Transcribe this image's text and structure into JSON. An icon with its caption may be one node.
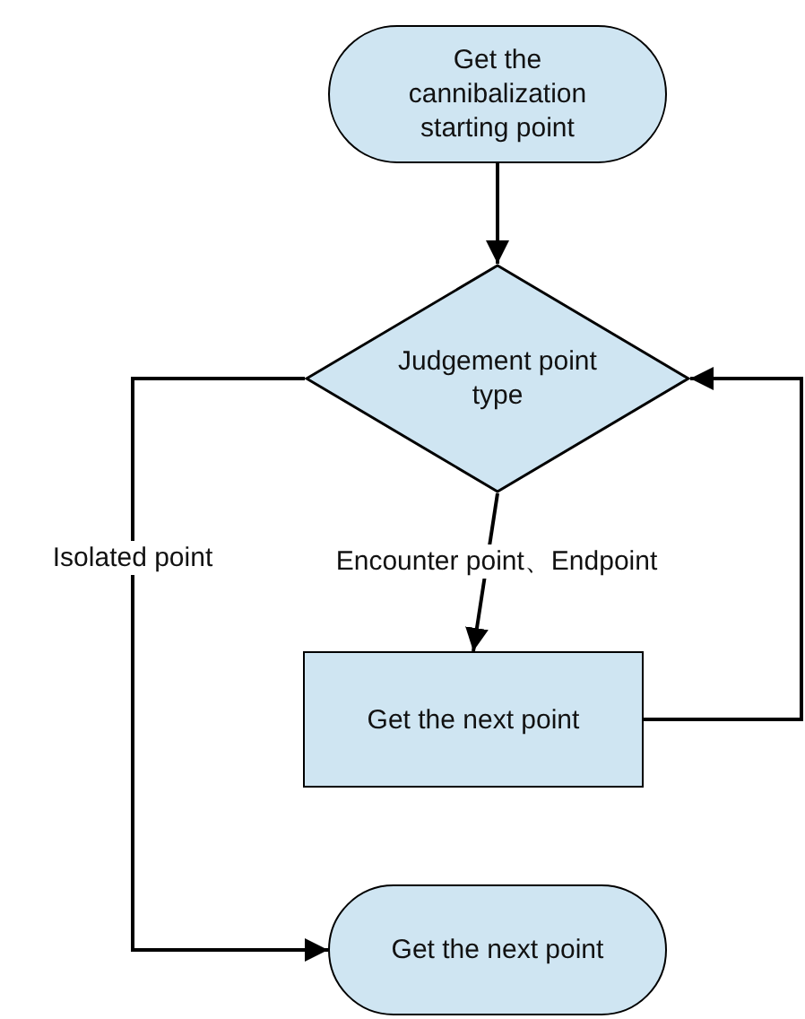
{
  "diagram": {
    "nodes": [
      {
        "text": [
          "Get the cannibalization starting point"
        ]
      },
      {
        "text": [
          "Judgement point type"
        ]
      },
      {
        "text": [
          "Get the next point"
        ]
      },
      {
        "text": [
          "Get the next point"
        ]
      }
    ],
    "edges": [
      {
        "from": 0,
        "to": 1,
        "arrow": "to"
      },
      {
        "from": 1,
        "to": 2,
        "arrow": "to",
        "label": "Encounter point、Endpoint"
      },
      {
        "from": 1,
        "to": 3,
        "arrow": "to",
        "label": "Isolated point"
      },
      {
        "from": 2,
        "to": 1,
        "arrow": "to"
      }
    ]
  }
}
